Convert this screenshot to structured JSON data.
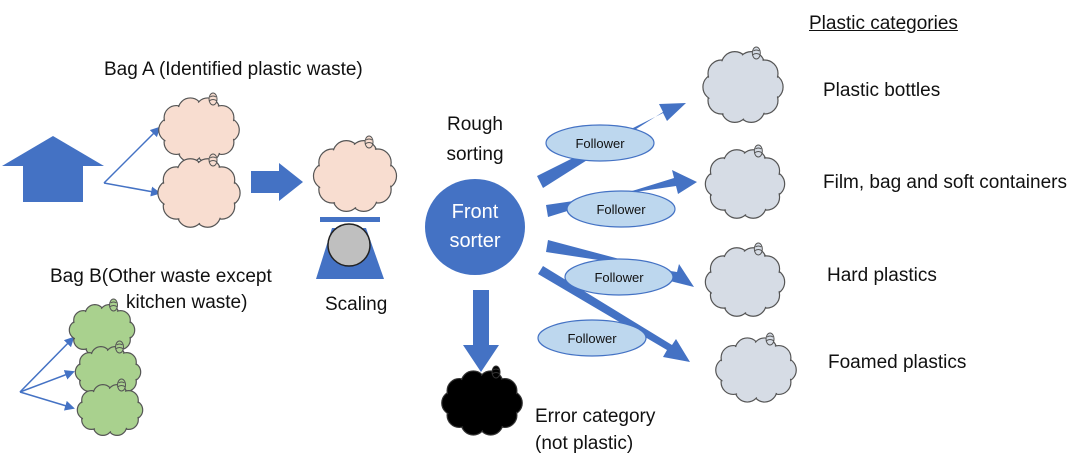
{
  "colors": {
    "arrow_blue": "#4472C4",
    "bag_a_fill": "#F8DDD0",
    "bag_b_fill": "#A9D18E",
    "category_fill": "#D6DCE5",
    "error_fill": "#000000",
    "follower_fill": "#BDD7EE",
    "scale_ball": "#BFBFBF"
  },
  "labels": {
    "bag_a": "Bag A (Identified plastic waste)",
    "bag_b_line1": "Bag B(Other waste except",
    "bag_b_line2": "kitchen waste)",
    "scaling": "Scaling",
    "rough_sorting_line1": "Rough",
    "rough_sorting_line2": "sorting",
    "front_sorter_line1": "Front",
    "front_sorter_line2": "sorter",
    "error_line1": "Error category",
    "error_line2": "(not plastic)",
    "plastic_categories_heading": "Plastic categories"
  },
  "followers": [
    "Follower",
    "Follower",
    "Follower",
    "Follower"
  ],
  "categories": [
    "Plastic bottles",
    "Film, bag and soft containers",
    "Hard plastics",
    "Foamed plastics"
  ],
  "icons": {
    "house": "house-icon",
    "bag": "garbage-bag-icon",
    "scale": "scale-icon",
    "arrow": "arrow-icon"
  }
}
